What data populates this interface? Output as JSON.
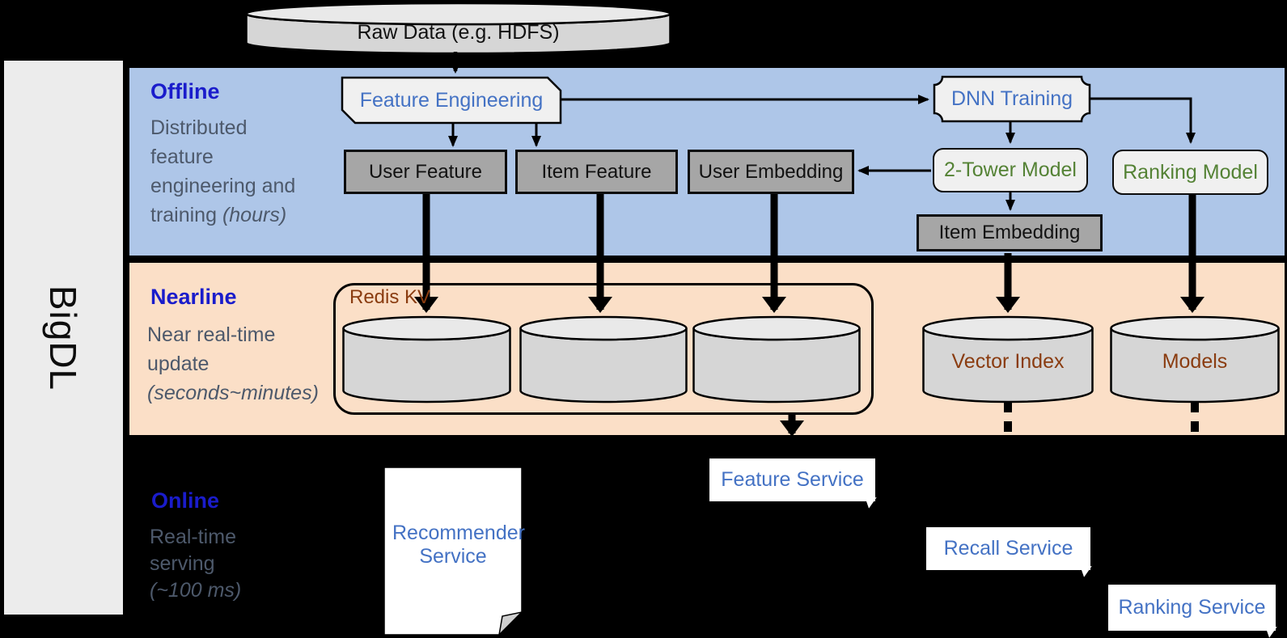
{
  "sidebar": {
    "label": "BigDL"
  },
  "raw_data": {
    "label": "Raw Data (e.g. HDFS)"
  },
  "bands": {
    "offline": {
      "title": "Offline",
      "desc_line1": "Distributed",
      "desc_line2": "feature",
      "desc_line3": "engineering and",
      "desc_line4": "training ",
      "desc_line4_italic": "(hours)"
    },
    "nearline": {
      "title": "Nearline",
      "desc_line1": "Near real-time",
      "desc_line2": "update",
      "desc_line3_italic": "(seconds~minutes)"
    },
    "online": {
      "title": "Online",
      "desc_line1": "Real-time",
      "desc_line2": "serving",
      "desc_line3_italic": "(~100 ms)"
    }
  },
  "nodes": {
    "feature_engineering": {
      "label": "Feature Engineering"
    },
    "dnn_training": {
      "label": "DNN Training"
    },
    "user_feature": {
      "label": "User Feature"
    },
    "item_feature": {
      "label": "Item Feature"
    },
    "user_embedding": {
      "label": "User Embedding"
    },
    "two_tower_model": {
      "label": "2-Tower Model"
    },
    "ranking_model": {
      "label": "Ranking Model"
    },
    "item_embedding": {
      "label": "Item Embedding"
    },
    "redis_kv": {
      "label": "Redis KV"
    },
    "vector_index": {
      "label": "Vector Index"
    },
    "models": {
      "label": "Models"
    },
    "recommender_service": {
      "label": "Recommender Service"
    },
    "feature_service": {
      "label": "Feature Service"
    },
    "recall_service": {
      "label": "Recall Service"
    },
    "ranking_service": {
      "label": "Ranking Service"
    }
  },
  "colors": {
    "accent_blue": "#4472c4",
    "model_green": "#548235",
    "storage_brown": "#8a3c10",
    "band_title_blue": "#1a1ccb",
    "subtitle_slate": "#4d596b",
    "offline_band_bg": "#aec6e8",
    "nearline_band_bg": "#fbdfc7",
    "sidebar_bg": "#ececec",
    "gray_node_bg": "#a6a6a6",
    "light_node_bg": "#f0f0f0",
    "background": "#000000"
  }
}
